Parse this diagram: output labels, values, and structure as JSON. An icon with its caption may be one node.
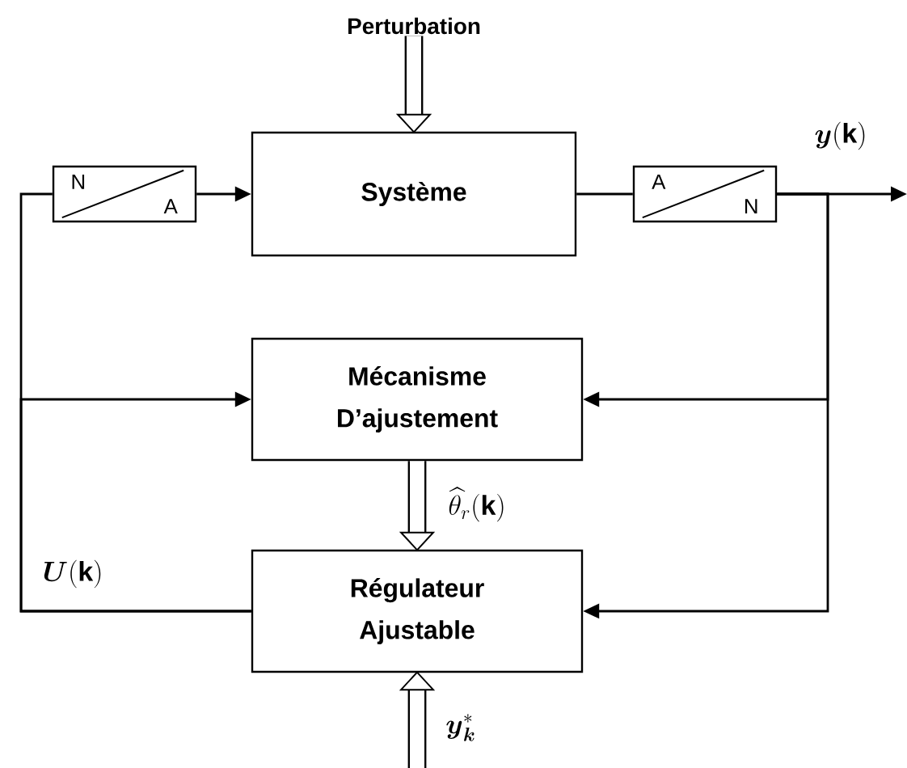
{
  "diagram": {
    "nodes": [
      {
        "text": [
          "Perturbation"
        ]
      },
      {
        "text": [
          "N",
          "A"
        ]
      },
      {
        "text": [
          "Système"
        ]
      },
      {
        "text": [
          "A",
          "N"
        ]
      },
      {
        "text": [
          "Mécanisme D’ajustement"
        ]
      },
      {
        "text": [
          "Régulateur Ajustable"
        ]
      }
    ],
    "edges": [
      {
        "from": 0,
        "to": 2,
        "arrow": "to",
        "style": "thick"
      },
      {
        "from": 1,
        "to": 2,
        "arrow": "to"
      },
      {
        "from": 2,
        "to": 3,
        "arrow": "none"
      },
      {
        "from": 3,
        "to": null,
        "arrow": "to"
      },
      {
        "from": 3,
        "to": 4,
        "arrow": "to"
      },
      {
        "from": 3,
        "to": 5,
        "arrow": "to"
      },
      {
        "from": 5,
        "to": 1,
        "arrow": "none"
      },
      {
        "from": 5,
        "to": 4,
        "arrow": "to"
      },
      {
        "from": 4,
        "to": 5,
        "arrow": "to",
        "style": "thick",
        "label": "\\widehat{\\theta}_r(\\mathbf{k})"
      },
      {
        "from": null,
        "to": 5,
        "arrow": "to",
        "style": "thick",
        "label": "\\boldsymbol{y}_{\\boldsymbol{k}}^{*}"
      }
    ],
    "labels": [
      "\\boldsymbol{y}(\\mathbf{k})",
      "\\boldsymbol{U}(\\mathbf{k})"
    ]
  }
}
